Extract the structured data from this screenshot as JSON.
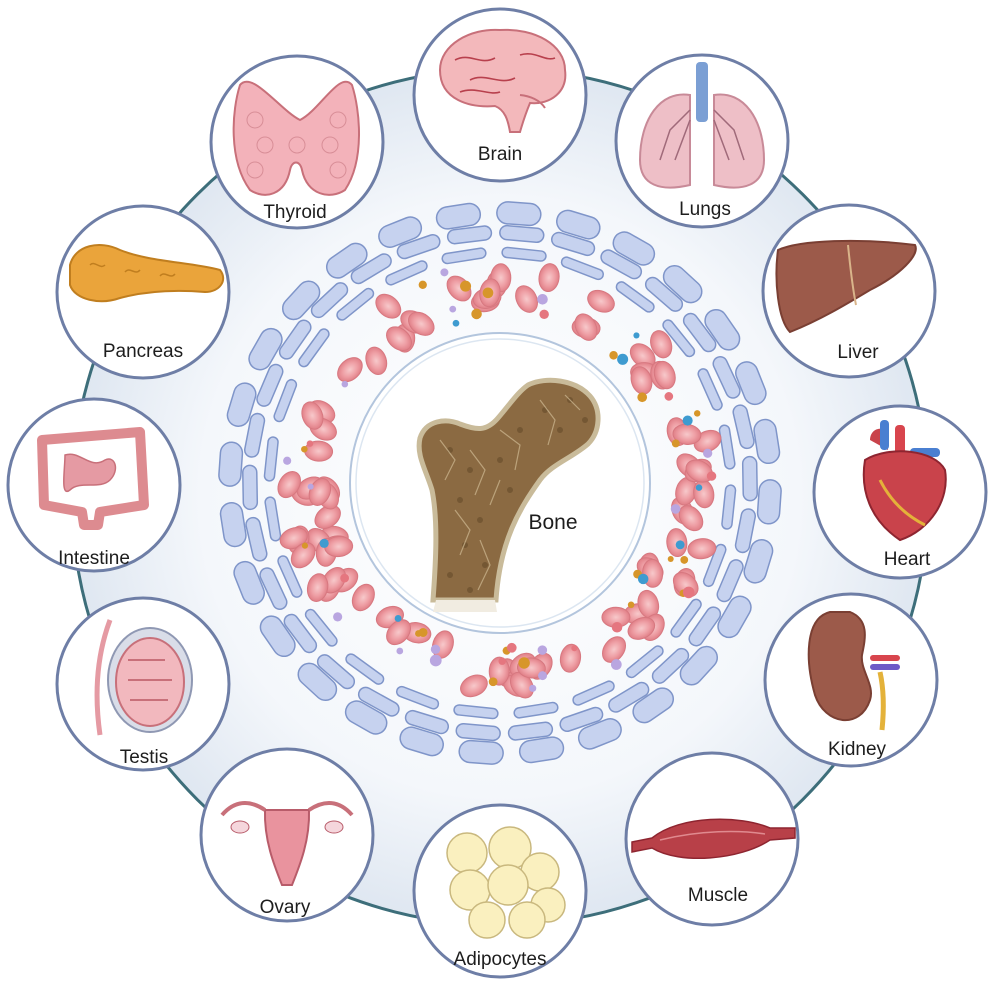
{
  "center": {
    "label": "Bone",
    "icon": "femur-bone-icon"
  },
  "organs": [
    {
      "id": "brain",
      "label": "Brain",
      "icon": "brain-icon"
    },
    {
      "id": "lungs",
      "label": "Lungs",
      "icon": "lungs-icon"
    },
    {
      "id": "liver",
      "label": "Liver",
      "icon": "liver-icon"
    },
    {
      "id": "heart",
      "label": "Heart",
      "icon": "heart-icon"
    },
    {
      "id": "kidney",
      "label": "Kidney",
      "icon": "kidney-icon"
    },
    {
      "id": "muscle",
      "label": "Muscle",
      "icon": "muscle-icon"
    },
    {
      "id": "adipocytes",
      "label": "Adipocytes",
      "icon": "adipocytes-icon"
    },
    {
      "id": "ovary",
      "label": "Ovary",
      "icon": "ovary-icon"
    },
    {
      "id": "testis",
      "label": "Testis",
      "icon": "testis-icon"
    },
    {
      "id": "intestine",
      "label": "Intestine",
      "icon": "intestine-icon"
    },
    {
      "id": "pancreas",
      "label": "Pancreas",
      "icon": "pancreas-icon"
    },
    {
      "id": "thyroid",
      "label": "Thyroid",
      "icon": "thyroid-icon"
    }
  ],
  "colors": {
    "ring_stroke": "#3d6e7a",
    "ring_fill": "#e9eef5",
    "circle_border": "#6e7ea6",
    "vessel": "#9db0da",
    "rbc": "#ef9aa0",
    "bone": "#8d6b42"
  }
}
